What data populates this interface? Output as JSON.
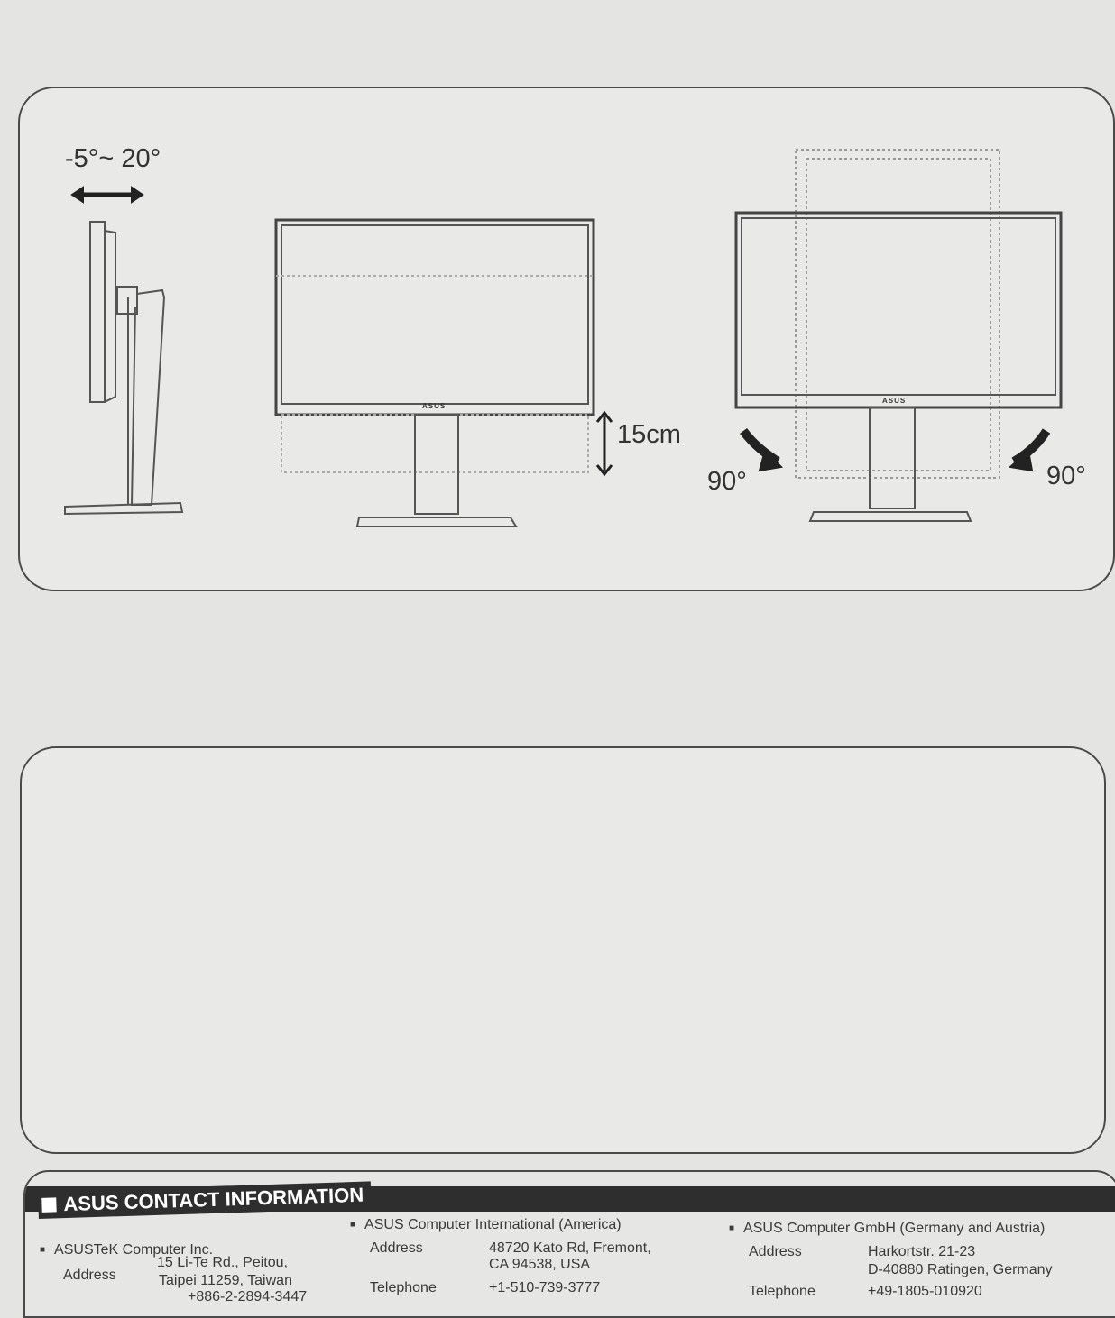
{
  "top_panel": {
    "tilt_label": "-5°~ 20°",
    "height_label": "15cm",
    "swivel_left_label": "90°",
    "swivel_right_label": "90°",
    "logo_text": "ASUS"
  },
  "contact": {
    "title": "ASUS CONTACT INFORMATION",
    "taiwan": {
      "company": "ASUSTeK Computer Inc.",
      "address_label": "Address",
      "address_line1": "15 Li-Te Rd., Peitou,",
      "address_line2": "Taipei 11259, Taiwan",
      "phone_partial": "+886-2-2894-3447"
    },
    "america": {
      "company": "ASUS Computer International (America)",
      "address_label": "Address",
      "address_line1": "48720 Kato Rd, Fremont,",
      "address_line2": "CA 94538, USA",
      "telephone_label": "Telephone",
      "telephone": "+1-510-739-3777"
    },
    "germany": {
      "company": "ASUS Computer GmbH (Germany and Austria)",
      "address_label": "Address",
      "address_line1": "Harkortstr. 21-23",
      "address_line2": "D-40880 Ratingen, Germany",
      "telephone_label": "Telephone",
      "telephone": "+49-1805-010920"
    }
  }
}
